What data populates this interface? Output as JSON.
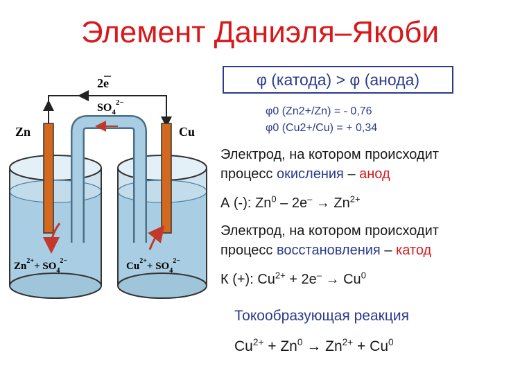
{
  "title": "Элемент Даниэля–Якоби",
  "comparison": "φ (катода) > φ (анода)",
  "potentials": {
    "zn": "φ0 (Zn2+/Zn) = - 0,76",
    "cu": "φ0 (Cu2+/Cu) = + 0,34"
  },
  "anode": {
    "line1": "Электрод, на котором происходит",
    "line2_prefix": "процесс ",
    "line2_process": "окисления",
    "line2_dash": " – ",
    "line2_term": "анод",
    "reaction_prefix": "А (-): Zn",
    "reaction_sup1": "0",
    "reaction_mid": " – 2e",
    "reaction_sup2": "–",
    "reaction_arrow": " → Zn",
    "reaction_sup3": "2+"
  },
  "cathode": {
    "line1": "Электрод, на котором происходит",
    "line2_prefix": "процесс ",
    "line2_process": "восстановления",
    "line2_dash": " – ",
    "line2_term": "катод",
    "reaction_prefix": "К (+): Cu",
    "reaction_sup1": "2+",
    "reaction_mid": " + 2e",
    "reaction_sup2": "–",
    "reaction_arrow": " → Cu",
    "reaction_sup3": "0"
  },
  "overall": {
    "heading": "Токообразующая реакция",
    "cu_left": "Cu",
    "cu_left_sup": "2+",
    "plus1": " + Zn",
    "zn_left_sup": "0",
    "arrow": " → Zn",
    "zn_right_sup": "2+",
    "plus2": " + Cu",
    "cu_right_sup": "0"
  },
  "diagram": {
    "electron_label": "2e",
    "anion_label": "SO",
    "anion_sub": "4",
    "anion_sup": "2−",
    "zn_electrode": "Zn",
    "cu_electrode": "Cu",
    "left_solution": "Zn",
    "left_solution_sup": "2+",
    "left_solution_anion": "+ SO",
    "right_solution": "Cu",
    "right_solution_sup": "2+",
    "right_solution_anion": "+ SO",
    "solution_sub": "4",
    "solution_anion_sup": "2−",
    "colors": {
      "zinc": "#d2691e",
      "copper": "#d2691e",
      "solution": "#bcd9ea",
      "arrow": "#c0392b",
      "bridge": "#9ec7dc"
    }
  }
}
